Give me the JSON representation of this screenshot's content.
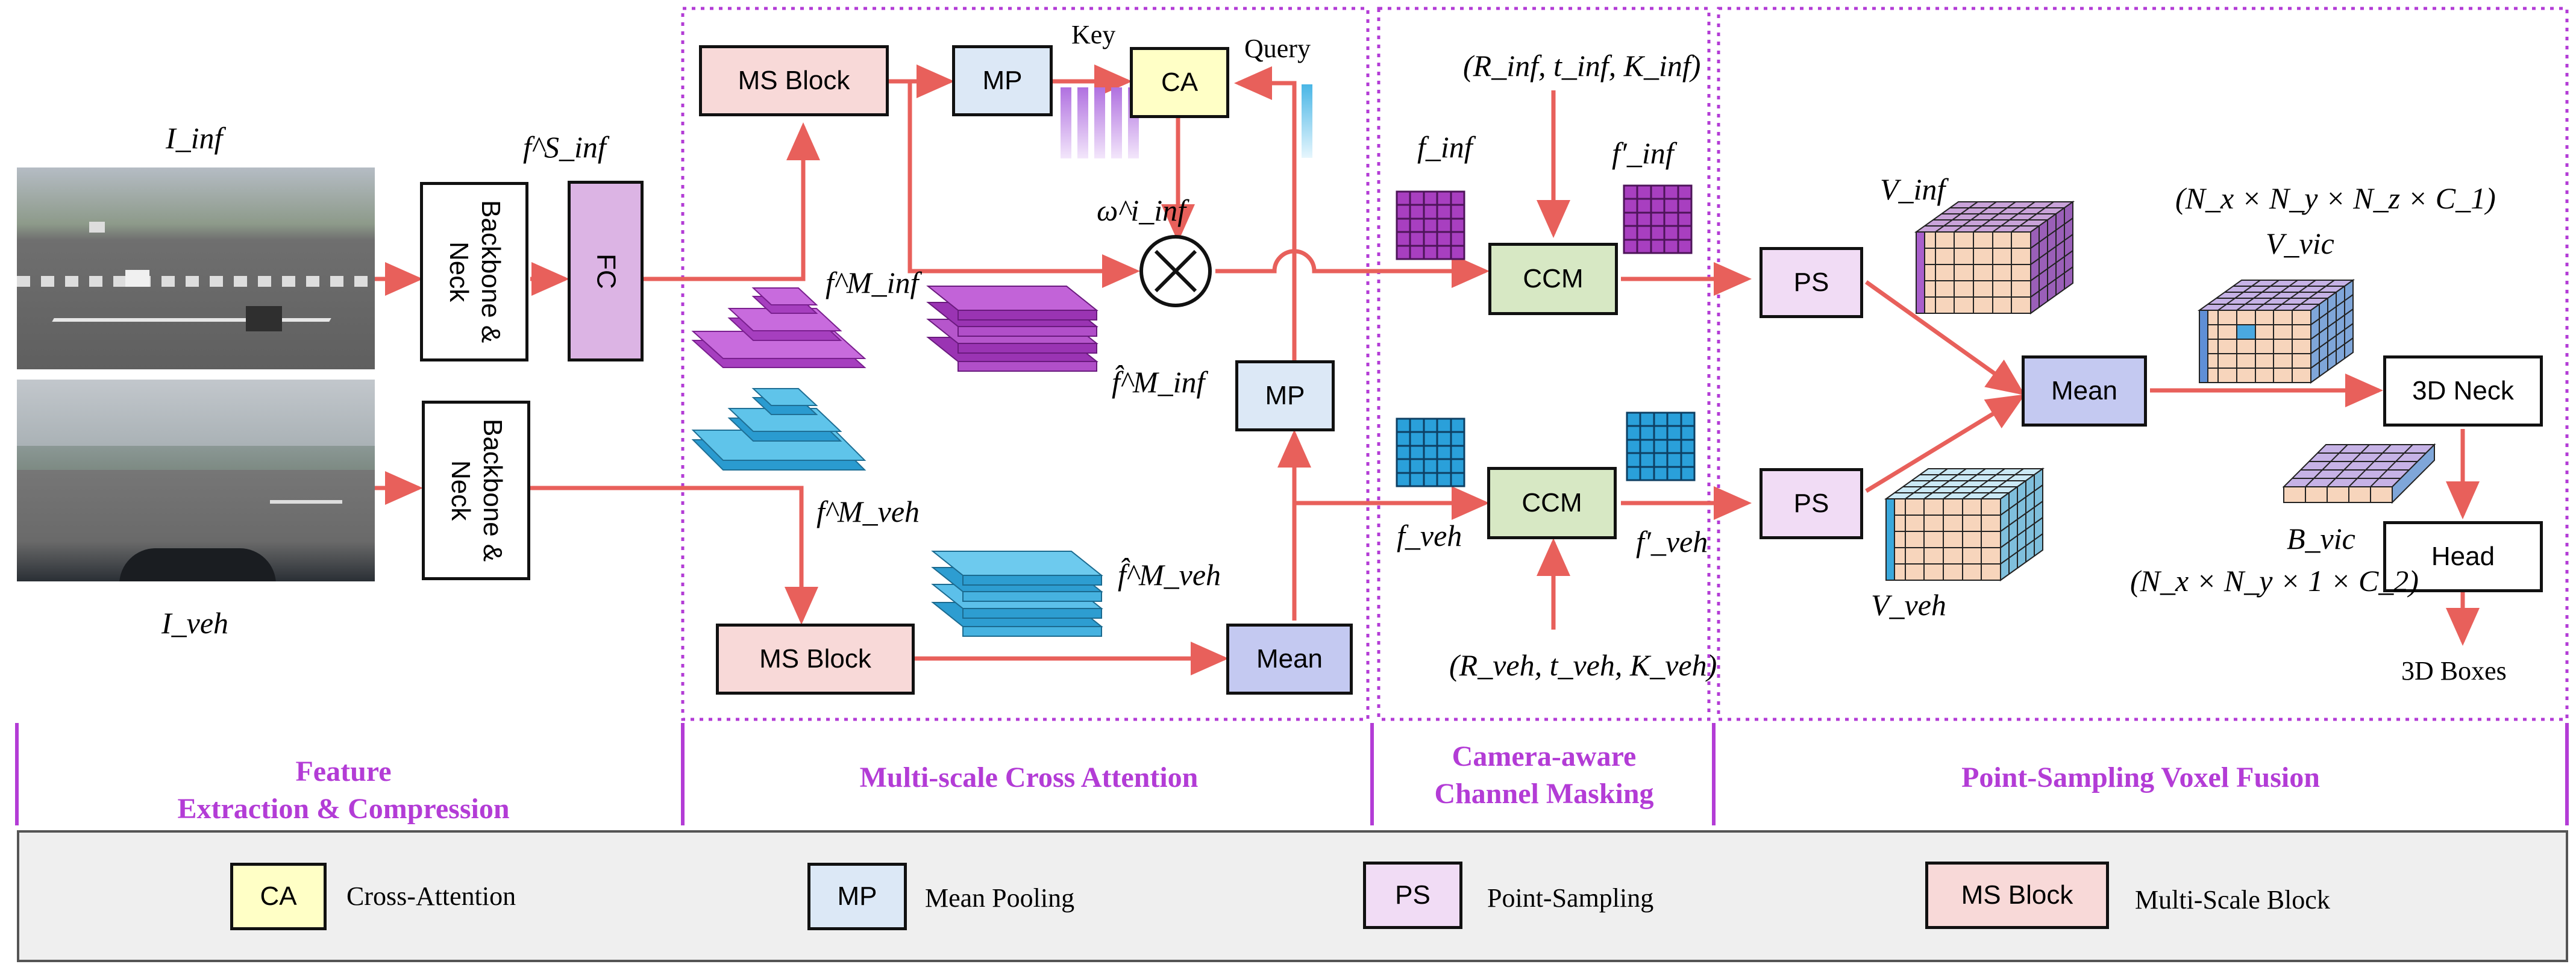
{
  "colors": {
    "arrow": "#e8605b",
    "dotted": "#b33cd6",
    "ca_fill": "#ffffc6",
    "mp_fill": "#dce8f6",
    "ps_fill": "#f1dcf5",
    "ms_fill": "#f8d9d8",
    "ccm_fill": "#d7e8c4",
    "mean_fill": "#c4c9f1",
    "fc_fill": "#dcb4e4"
  },
  "labels": {
    "I_inf": "I_inf",
    "I_veh": "I_veh",
    "f_S_inf": "f^S_inf",
    "f_M_inf": "f^M_inf",
    "f_M_veh": "f^M_veh",
    "fhat_M_inf": "f̂^M_inf",
    "fhat_M_veh": "f̂^M_veh",
    "omega": "ω^i_inf",
    "key": "Key",
    "query": "Query",
    "f_inf": "f_inf",
    "f_veh": "f_veh",
    "fp_inf": "f′_inf",
    "fp_veh": "f′_veh",
    "cam_inf": "(R_inf, t_inf, K_inf)",
    "cam_veh": "(R_veh, t_veh, K_veh)",
    "V_inf": "V_inf",
    "V_veh": "V_veh",
    "V_vic": "V_vic",
    "B_vic": "B_vic",
    "dim_vic": "(N_x × N_y × N_z × C_1)",
    "dim_bev": "(N_x × N_y × 1 × C_2)",
    "boxes": "3D Boxes"
  },
  "blocks": {
    "backbone_inf": "Backbone & Neck",
    "backbone_veh": "Backbone & Neck",
    "fc": "FC",
    "ms_top": "MS Block",
    "ms_bottom": "MS Block",
    "mp_top": "MP",
    "mp_mid": "MP",
    "ca": "CA",
    "mean_attn": "Mean",
    "ccm_top": "CCM",
    "ccm_bottom": "CCM",
    "ps_top": "PS",
    "ps_bottom": "PS",
    "mean_fuse": "Mean",
    "neck3d": "3D Neck",
    "head": "Head"
  },
  "sections": {
    "s1": "Feature\nExtraction & Compression",
    "s2": "Multi-scale Cross Attention",
    "s3": "Camera-aware\nChannel Masking",
    "s4": "Point-Sampling Voxel Fusion"
  },
  "legend": [
    {
      "key": "CA",
      "desc": "Cross-Attention"
    },
    {
      "key": "MP",
      "desc": "Mean Pooling"
    },
    {
      "key": "PS",
      "desc": "Point-Sampling"
    },
    {
      "key": "MS Block",
      "desc": "Multi-Scale Block"
    }
  ]
}
